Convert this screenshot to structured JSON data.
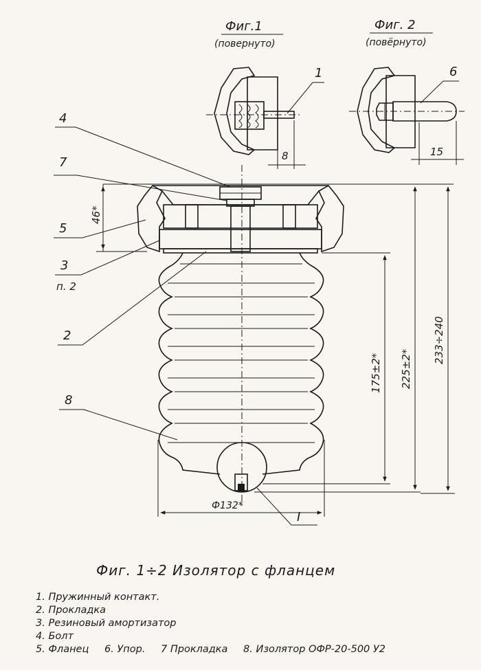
{
  "fig1": {
    "title": "Фиг.1",
    "subtitle": "(повернуто)"
  },
  "fig2": {
    "title": "Фиг. 2",
    "subtitle": "(повёрнуто)"
  },
  "callouts": {
    "c1": "1",
    "c6": "6",
    "c4": "4",
    "c7": "7",
    "c5": "5",
    "c3": "3",
    "c3sub": "п. 2",
    "c2": "2",
    "c8": "8",
    "cI": "I"
  },
  "dimensions": {
    "d8": "8",
    "d15": "15",
    "d46": "46*",
    "d175": "175±2*",
    "d225": "225±2*",
    "d233": "233÷240",
    "dia132": "Ф132*"
  },
  "caption": "Фиг. 1÷2  Изолятор с фланцем",
  "legend": [
    "1. Пружинный  контакт.",
    "2. Прокладка",
    "3. Резиновый  амортизатор",
    "4. Болт",
    "5. Фланец",
    "6. Упор.",
    "7 Прокладка",
    "8. Изолятор ОФР-20-500 У2"
  ],
  "colors": {
    "ink": "#1a1a1a",
    "paper": "#f7f6f1"
  }
}
